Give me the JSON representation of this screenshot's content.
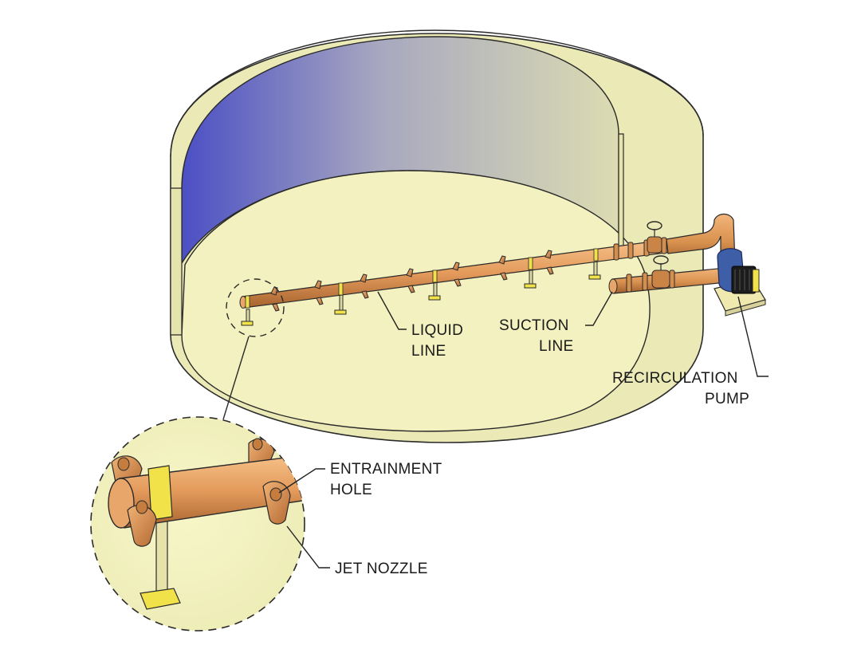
{
  "labels": {
    "liquid_line": [
      "LIQUID",
      "LINE"
    ],
    "suction_line": [
      "SUCTION",
      "LINE"
    ],
    "recirculation_pump": [
      "RECIRCULATION",
      "PUMP"
    ],
    "entrainment_hole": [
      "ENTRAINMENT",
      "HOLE"
    ],
    "jet_nozzle": "JET NOZZLE"
  },
  "colors": {
    "tank_floor": "#f3f1bf",
    "tank_rim": "#e9e8b4",
    "wall_left": "#5f62c0",
    "wall_right": "#d6d6b0",
    "pipe": "#e8a66a",
    "pipe_shade": "#b9733b",
    "pump_blue": "#3f5ea8",
    "bracket_yellow": "#f2e24a",
    "outline": "#2a2a2a"
  }
}
